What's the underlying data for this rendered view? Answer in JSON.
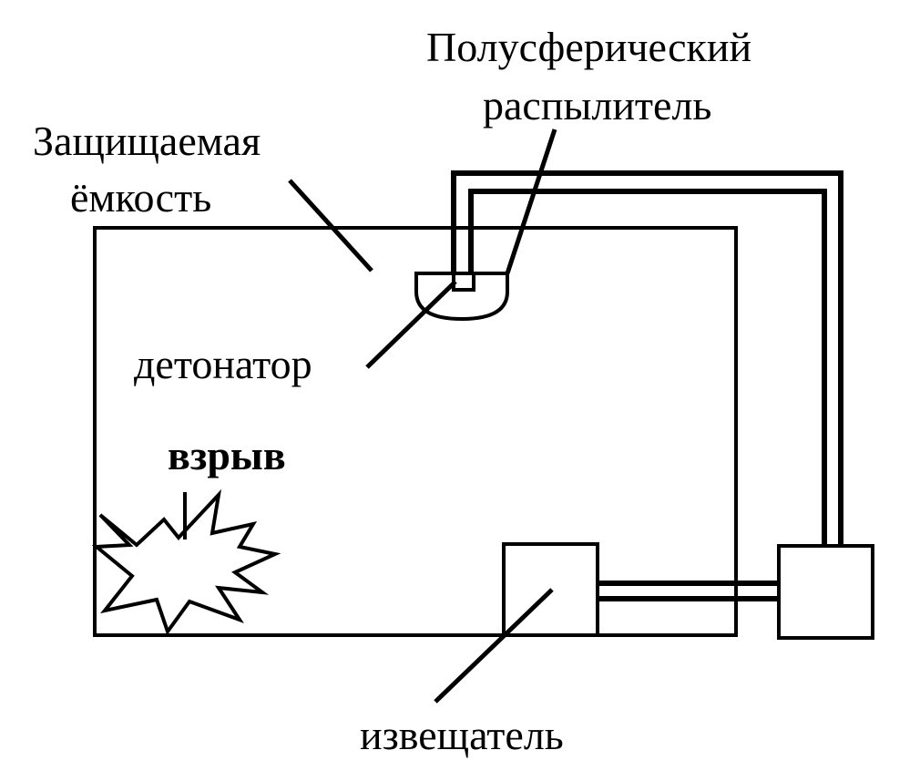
{
  "diagram": {
    "labels": {
      "container_line1": "Защищаемая",
      "container_line2": "ёмкость",
      "sprayer_line1": "Полусферический",
      "sprayer_line2": "распылитель",
      "detonator": "детонатор",
      "explosion": "взрыв",
      "detector": "извещатель"
    }
  },
  "colors": {
    "line": "#000000",
    "background": "#ffffff"
  }
}
